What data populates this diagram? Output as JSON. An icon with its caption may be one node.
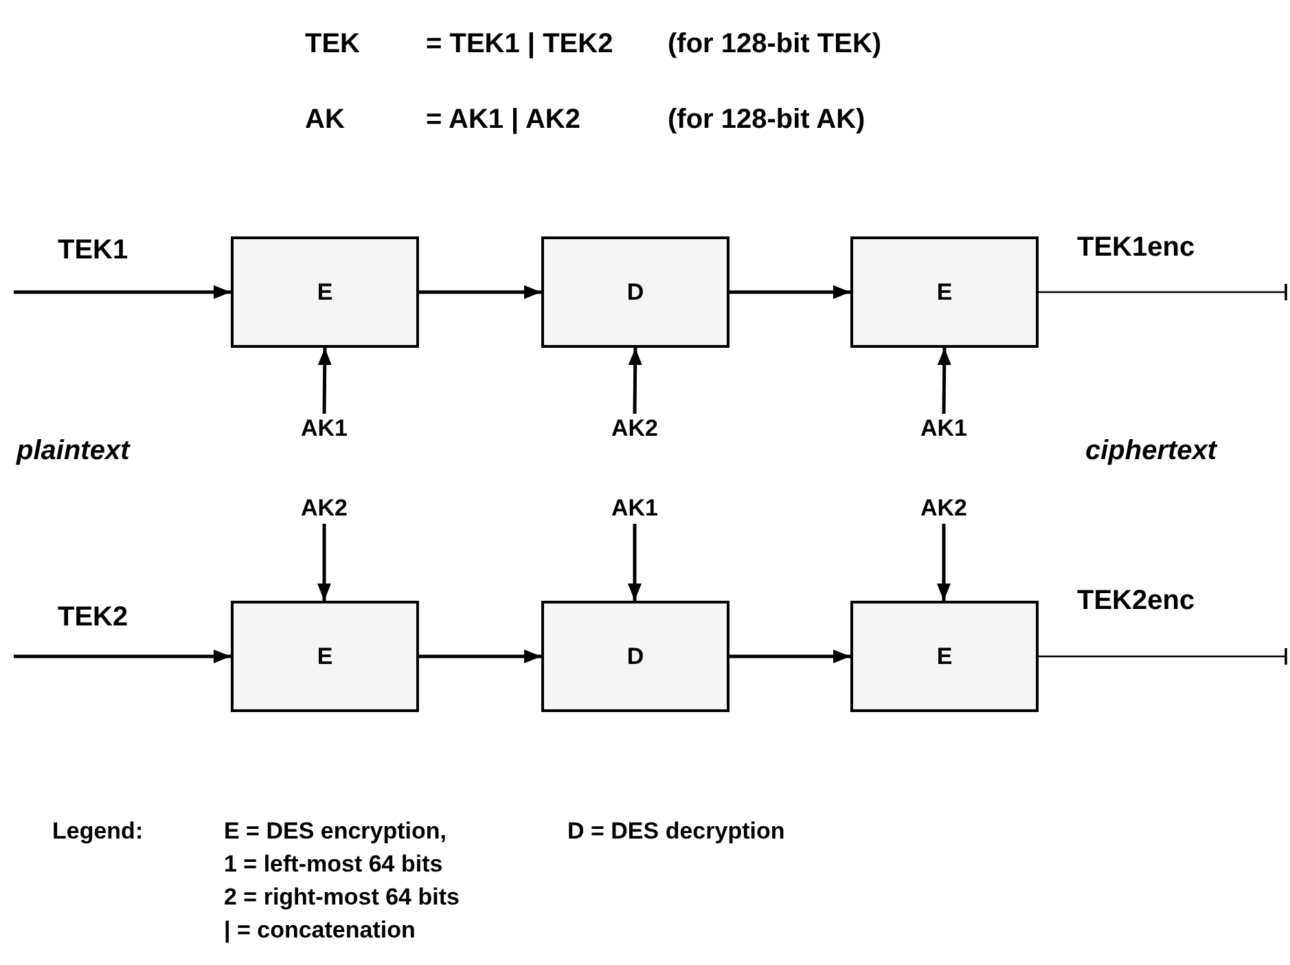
{
  "diagram": {
    "nodes": [
      {
        "text": [
          "E"
        ]
      },
      {
        "text": [
          "D"
        ]
      },
      {
        "text": [
          "E"
        ]
      },
      {
        "text": [
          "E"
        ]
      },
      {
        "text": [
          "D"
        ]
      },
      {
        "text": [
          "E"
        ]
      },
      {
        "text": [
          "AK1"
        ]
      },
      {
        "text": [
          "AK2"
        ]
      },
      {
        "text": [
          "AK1"
        ]
      },
      {
        "text": [
          "AK2"
        ]
      },
      {
        "text": [
          "AK1"
        ]
      },
      {
        "text": [
          "AK2"
        ]
      }
    ],
    "edges": [
      {
        "from": null,
        "to": 0,
        "arrow": "to",
        "label": "TEK1"
      },
      {
        "from": 0,
        "to": 1,
        "arrow": "to"
      },
      {
        "from": 1,
        "to": 2,
        "arrow": "to"
      },
      {
        "from": 2,
        "to": null,
        "arrow": "other",
        "label": "TEK1enc"
      },
      {
        "from": 6,
        "to": 0,
        "arrow": "to"
      },
      {
        "from": 7,
        "to": 1,
        "arrow": "to"
      },
      {
        "from": 8,
        "to": 2,
        "arrow": "to"
      },
      {
        "from": null,
        "to": 3,
        "arrow": "to",
        "label": "TEK2"
      },
      {
        "from": 3,
        "to": 4,
        "arrow": "to"
      },
      {
        "from": 4,
        "to": 5,
        "arrow": "to"
      },
      {
        "from": 5,
        "to": null,
        "arrow": "other",
        "label": "TEK2enc"
      },
      {
        "from": 9,
        "to": 3,
        "arrow": "to"
      },
      {
        "from": 10,
        "to": 4,
        "arrow": "to"
      },
      {
        "from": 11,
        "to": 5,
        "arrow": "to"
      }
    ],
    "labels": [
      "TEK",
      "= TEK1 | TEK2",
      "(for 128-bit TEK)",
      "AK",
      "= AK1 | AK2",
      "(for 128-bit AK)",
      "plaintext",
      "ciphertext",
      "Legend:",
      "E = DES encryption,",
      "D = DES decryption",
      "1 = left-most 64 bits",
      "2 = right-most 64 bits",
      "| = concatenation"
    ]
  }
}
